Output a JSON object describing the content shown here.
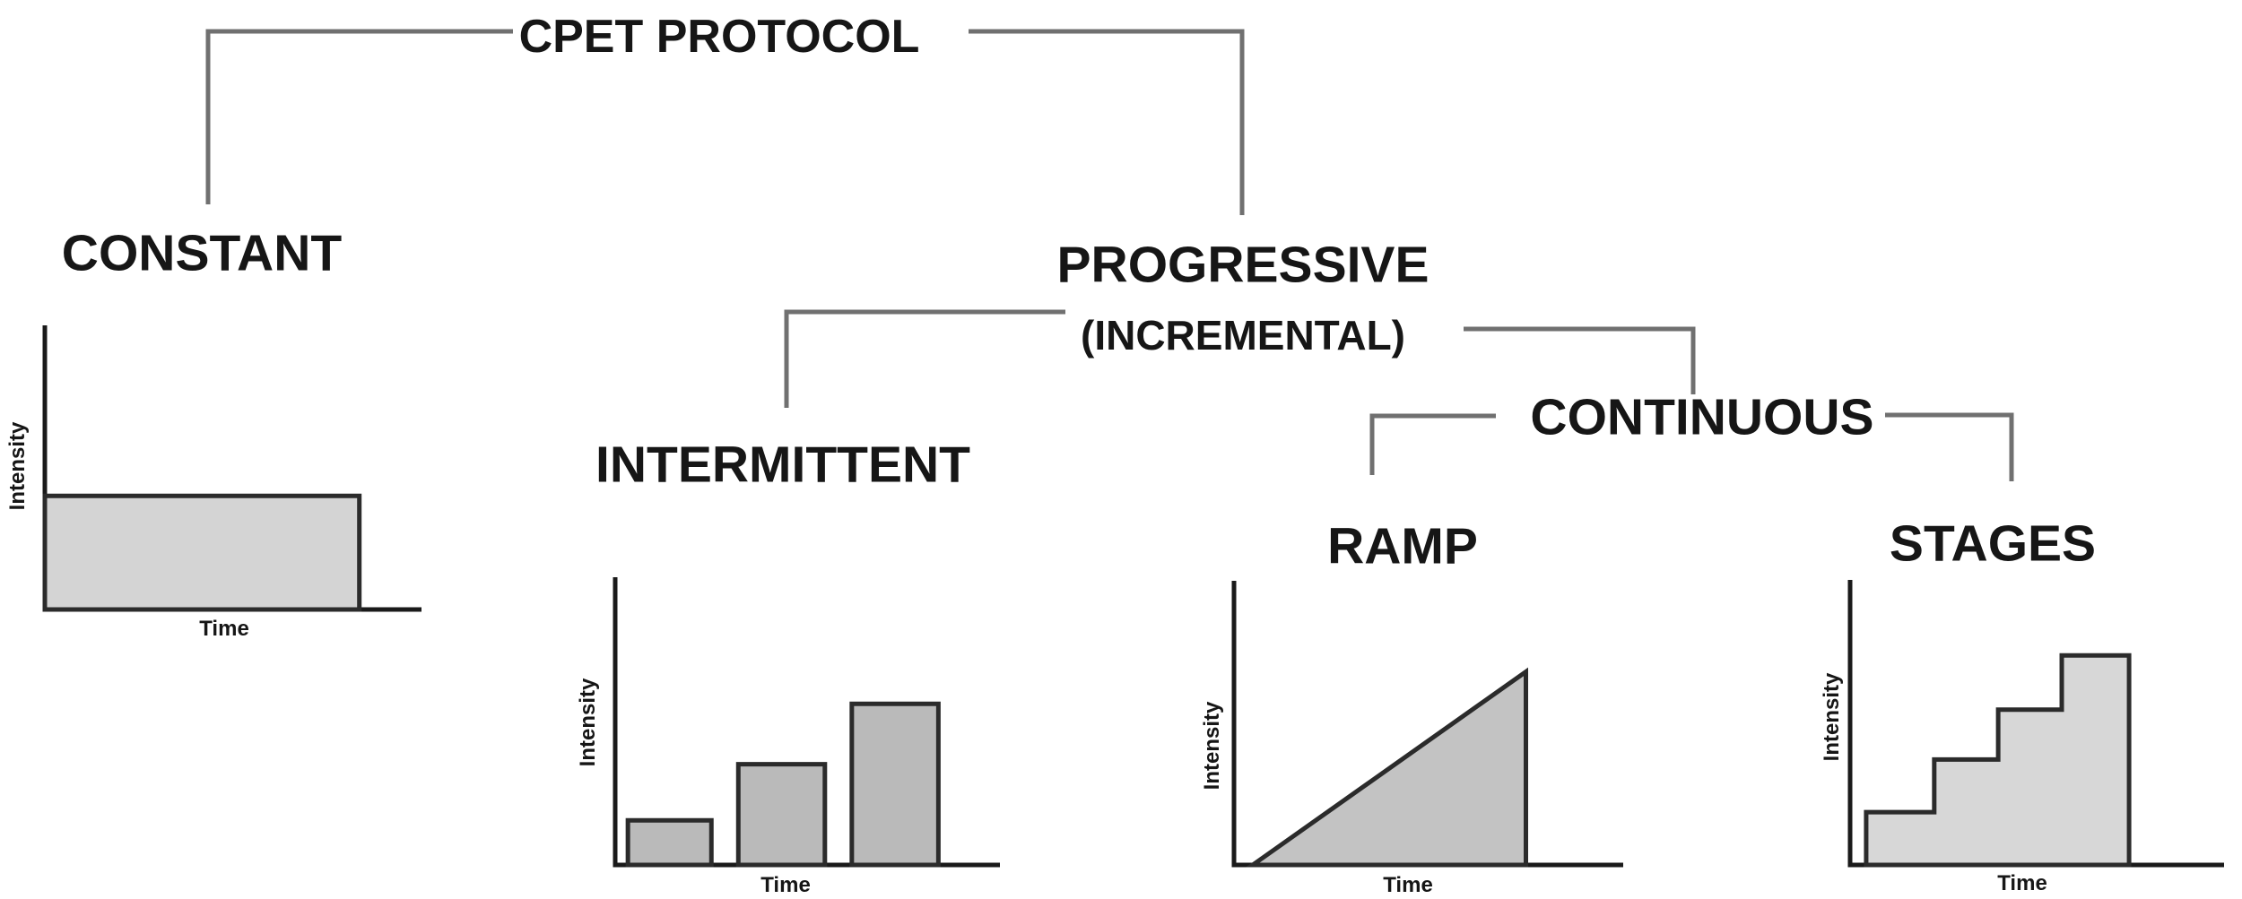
{
  "figure": {
    "title": "CPET PROTOCOL",
    "axis_labels": {
      "x": "Time",
      "y": "Intensity"
    },
    "colors": {
      "connector": "#707070",
      "axis": "#1a1a1a",
      "shape_stroke": "#2b2b2b",
      "text": "#161616",
      "background": "#ffffff"
    },
    "tree": {
      "root": "CPET PROTOCOL",
      "children": [
        {
          "label": "CONSTANT"
        },
        {
          "label": "PROGRESSIVE",
          "sublabel": "(INCREMENTAL)",
          "children": [
            {
              "label": "INTERMITTENT"
            },
            {
              "label": "CONTINUOUS",
              "children": [
                {
                  "label": "RAMP"
                },
                {
                  "label": "STAGES"
                }
              ]
            }
          ]
        }
      ]
    }
  },
  "chart_data": [
    {
      "id": "constant",
      "type": "area",
      "title": "CONSTANT",
      "xlabel": "Time",
      "ylabel": "Intensity",
      "x_range": [
        0,
        1
      ],
      "y_range": [
        0,
        1
      ],
      "x_start": 0,
      "x_end": 0.835,
      "intensity": 0.4,
      "fill": "#d4d4d4"
    },
    {
      "id": "intermittent",
      "type": "bar",
      "title": "INTERMITTENT",
      "xlabel": "Time",
      "ylabel": "Intensity",
      "x_range": [
        0,
        1
      ],
      "y_range": [
        0,
        1
      ],
      "bars": [
        {
          "x0": 0.033,
          "x1": 0.25,
          "intensity": 0.155
        },
        {
          "x0": 0.32,
          "x1": 0.545,
          "intensity": 0.35
        },
        {
          "x0": 0.615,
          "x1": 0.84,
          "intensity": 0.56
        }
      ],
      "fill": "#bababa"
    },
    {
      "id": "ramp",
      "type": "triangle",
      "title": "RAMP",
      "xlabel": "Time",
      "ylabel": "Intensity",
      "x_range": [
        0,
        1
      ],
      "y_range": [
        0,
        1
      ],
      "x_start": 0.048,
      "x_peak": 0.75,
      "peak_intensity": 0.68,
      "fill": "#c3c3c3"
    },
    {
      "id": "stages",
      "type": "steps",
      "title": "STAGES",
      "xlabel": "Time",
      "ylabel": "Intensity",
      "x_range": [
        0,
        1
      ],
      "y_range": [
        0,
        1
      ],
      "steps": [
        {
          "x0": 0.043,
          "x1": 0.225,
          "intensity": 0.185
        },
        {
          "x0": 0.225,
          "x1": 0.396,
          "intensity": 0.37
        },
        {
          "x0": 0.396,
          "x1": 0.566,
          "intensity": 0.545
        },
        {
          "x0": 0.566,
          "x1": 0.746,
          "intensity": 0.735
        }
      ],
      "fill": "#d7d7d7"
    }
  ]
}
